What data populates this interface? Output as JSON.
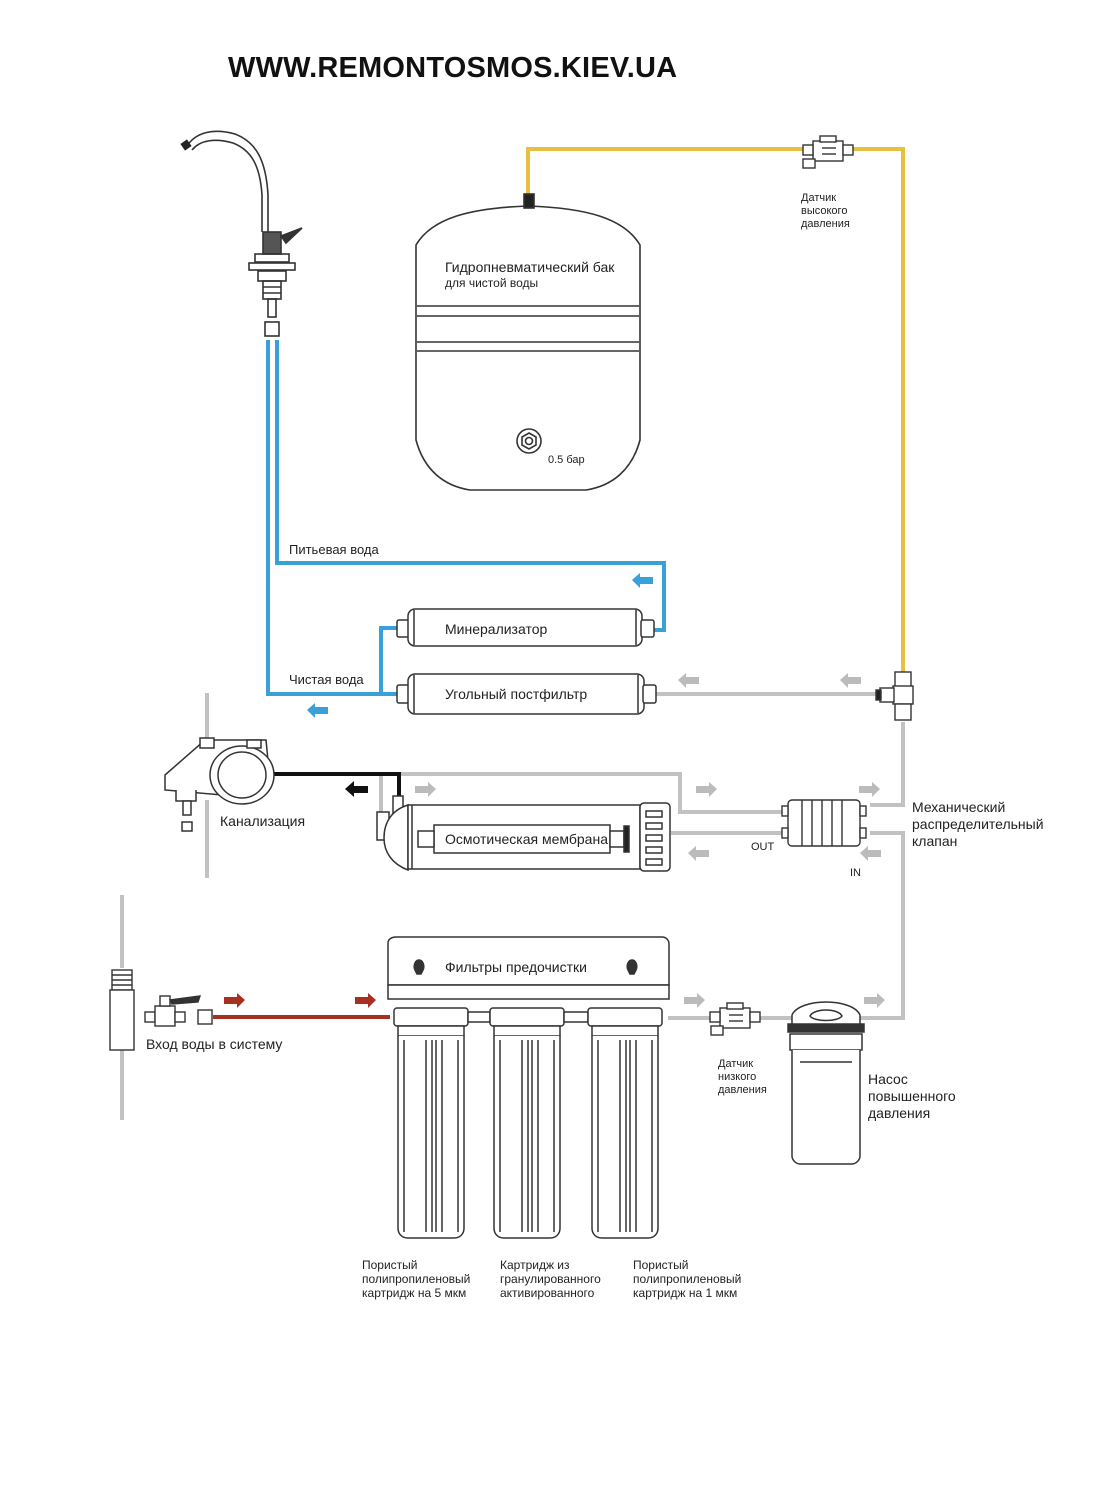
{
  "site_url": "WWW.REMONTOSMOS.KIEV.UA",
  "colors": {
    "hot_line": "#e8c040",
    "clean_line": "#3aa0d8",
    "gray_line": "#bdbdbd",
    "feed_line": "#a83020",
    "drain_line": "#111111"
  },
  "tank": {
    "name": "Гидропневматический бак",
    "sub": "для чистой воды",
    "pressure": "0.5 бар"
  },
  "sensors": {
    "high": "Датчик\nвысокого\nдавления",
    "low": "Датчик\nнизкого\nдавления"
  },
  "lines": {
    "drinking_water": "Питьевая вода",
    "clean_water": "Чистая вода"
  },
  "filters": {
    "mineralizer": "Минерализатор",
    "carbon_post": "Угольный постфильтр",
    "membrane": "Осмотическая мембрана",
    "prefilters": "Фильтры предочистки"
  },
  "drain": {
    "label": "Канализация"
  },
  "valve": {
    "label": "Механический\nраспределительный\nклапан",
    "out": "OUT",
    "in": "IN"
  },
  "inlet": {
    "label": "Вход воды в систему"
  },
  "pump": {
    "label": "Насос\nповышенного\nдавления"
  },
  "cartridges": [
    "Пористый\nполипропиленовый\nкартридж на 5 мкм",
    "Картридж из\nгранулированного\nактивированного",
    "Пористый\nполипропиленовый\nкартридж на 1 мкм"
  ]
}
